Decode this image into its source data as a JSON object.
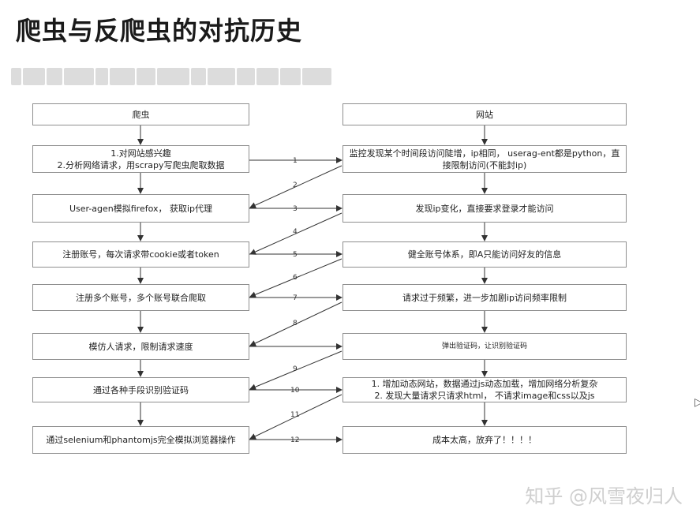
{
  "title": "爬虫与反爬虫的对抗历史",
  "left_header": "爬虫",
  "right_header": "网站",
  "left_steps": [
    "1.对网站感兴趣\n2.分析网络请求，用scrapy写爬虫爬取数据",
    "User-agen模拟firefox，  获取ip代理",
    "注册账号，每次请求带cookie或者token",
    "注册多个账号，多个账号联合爬取",
    "模仿人请求，限制请求速度",
    "通过各种手段识别验证码",
    "通过selenium和phantomjs完全模拟浏览器操作"
  ],
  "right_steps": [
    "监控发现某个时间段访问陡增，ip相同，  userag-ent都是python，直\n接限制访问(不能封ip)",
    "发现ip变化，直接要求登录才能访问",
    "健全账号体系，即A只能访问好友的信息",
    "请求过于频繁，进一步加剧ip访问频率限制",
    "弹出验证码，让识别验证码",
    "1. 增加动态网站，数据通过js动态加载，增加网络分析复杂\n2. 发现大量请求只请求html，  不请求image和css以及js",
    "成本太高，放弃了！！！！"
  ],
  "arrow_labels": [
    "1",
    "2",
    "3",
    "4",
    "5",
    "6",
    "7",
    "8",
    "9",
    "10",
    "11",
    "12"
  ],
  "watermark": "知乎 @风雪夜归人",
  "colors": {
    "border": "#8f8f8f",
    "arrow": "#333333",
    "title": "#1a1a1a",
    "watermark": "#cfcfcf"
  }
}
